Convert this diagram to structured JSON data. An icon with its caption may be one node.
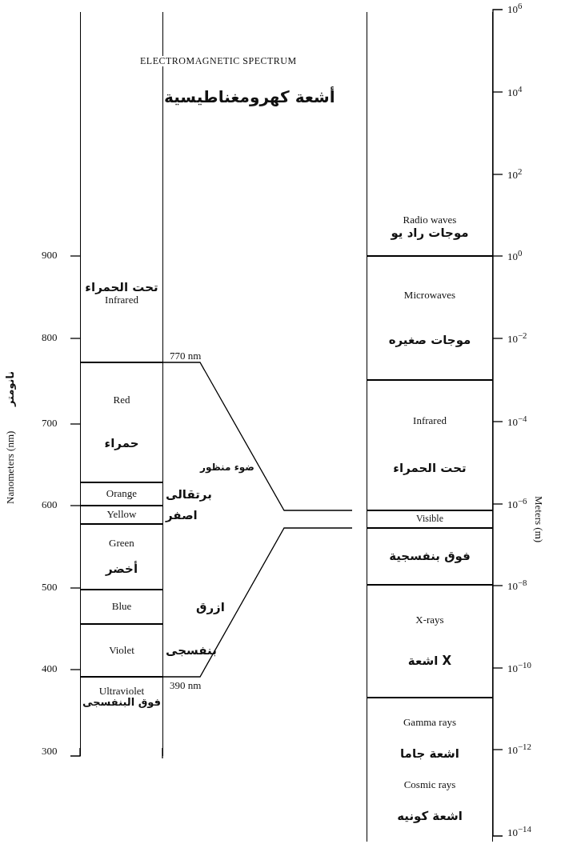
{
  "diagram": {
    "title": "ELECTROMAGNETIC SPECTRUM",
    "nodes": [
      {
        "text": [
          "تحت الحمراء",
          "Infrared"
        ]
      },
      {
        "text": [
          "Red",
          "حمراء"
        ]
      },
      {
        "text": [
          "Orange"
        ],
        "beside": [
          "برتقالى"
        ]
      },
      {
        "text": [
          "Yellow"
        ],
        "beside": [
          "اصفر"
        ]
      },
      {
        "text": [
          "Green",
          "أخضر"
        ]
      },
      {
        "text": [
          "Blue"
        ],
        "beside": [
          "ازرق"
        ]
      },
      {
        "text": [
          "Violet"
        ],
        "beside": [
          "بنفسجى"
        ]
      },
      {
        "text": [
          "Ultraviolet",
          "فوق البنفسجى"
        ]
      },
      {
        "text": [
          "Radio waves",
          "موجات راد يو"
        ]
      },
      {
        "text": [
          "Microwaves",
          "موجات صغيره"
        ]
      },
      {
        "text": [
          "Infrared",
          "تحت الحمراء"
        ]
      },
      {
        "text": [
          "Visible"
        ]
      },
      {
        "text": [
          "فوق بنفسجية"
        ]
      },
      {
        "text": [
          "X-rays",
          "اشعة X"
        ]
      },
      {
        "text": [
          "Gamma rays",
          "اشعة جاما",
          "Cosmic rays",
          "اشعة كونيه"
        ]
      }
    ],
    "labels": [
      "أشعة كهرومغناطيسية",
      "900",
      "800",
      "700",
      "600",
      "500",
      "400",
      "300",
      "نانومتر",
      "Nanometers (nm)",
      "770 nm",
      "ضوء منظور",
      "390 nm",
      "10$^{6}$",
      "10$^{4}$",
      "10$^{2}$",
      "10$^{0}$",
      "10$^{−2}$",
      "10$^{−4}$",
      "10$^{−6}$",
      "10$^{−8}$",
      "10$^{−10}$",
      "10$^{−12}$",
      "10$^{−14}$",
      "Meters (m)"
    ]
  }
}
